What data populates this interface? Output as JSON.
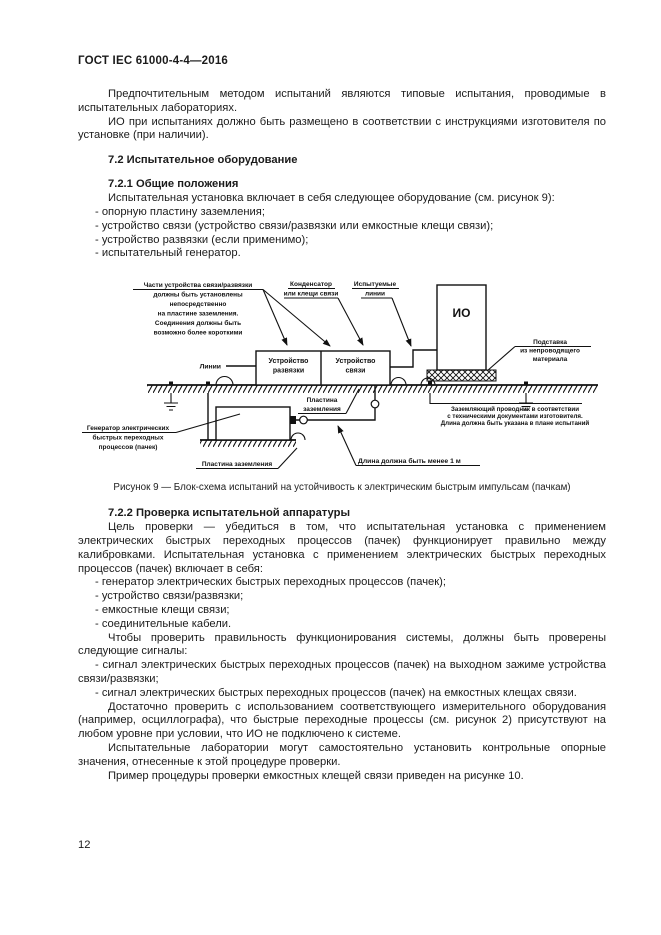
{
  "header": {
    "doc_number": "ГОСТ IEC 61000-4-4—2016"
  },
  "footer": {
    "page_number": "12"
  },
  "intro": {
    "p1": "Предпочтительным методом испытаний являются типовые испытания, проводимые в испытательных лабораториях.",
    "p2": "ИО при испытаниях должно быть размещено в соответствии с инструкциями изготовителя по установке (при наличии)."
  },
  "s72": {
    "title": "7.2 Испытательное оборудование"
  },
  "s721": {
    "title": "7.2.1 Общие положения",
    "lead": "Испытательная установка включает в себя следующее оборудование (см. рисунок 9):",
    "items": [
      "- опорную пластину заземления;",
      "- устройство связи (устройство связи/развязки или емкостные клещи связи);",
      "- устройство развязки (если применимо);",
      "- испытательный генератор."
    ]
  },
  "figure9": {
    "caption": "Рисунок 9 — Блок-схема испытаний на устойчивость к электрическим быстрым импульсам (пачкам)",
    "labels": {
      "note_parts": [
        "Части устройства связи/развязки",
        "должны быть установлены",
        "непосредственно",
        "на пластине заземления.",
        "Соединения должны быть",
        "возможно более короткими"
      ],
      "capacitor": [
        "Конденсатор",
        "или клещи связи"
      ],
      "tested_lines": [
        "Испытуемые",
        "линии"
      ],
      "eut": "ИО",
      "support": [
        "Подставка",
        "из непроводящего",
        "материала"
      ],
      "lines_in": "Линии",
      "decoupling": [
        "Устройство",
        "развязки"
      ],
      "coupling": [
        "Устройство",
        "связи"
      ],
      "plate_top": [
        "Пластина",
        "заземления"
      ],
      "generator": [
        "Генератор электрических",
        "быстрых переходных",
        "процессов (пачек)"
      ],
      "plate_bottom": "Пластина заземления",
      "ground_conductor": [
        "Заземляющий проводник в соответствии",
        "с техническими документами изготовителя.",
        "Длина должна быть указана в плане испытаний"
      ],
      "length_note": "Длина должна быть менее 1 м"
    }
  },
  "s722": {
    "title": "7.2.2 Проверка испытательной аппаратуры",
    "p1": "Цель проверки — убедиться в том, что испытательная установка с применением электрических быстрых переходных процессов (пачек) функционирует правильно между калибровками. Испытательная установка с применением электрических быстрых переходных процессов (пачек) включает в себя:",
    "items": [
      "- генератор электрических быстрых переходных процессов (пачек);",
      "- устройство связи/развязки;",
      "- емкостные клещи связи;",
      "- соединительные кабели."
    ],
    "p2": "Чтобы проверить правильность функционирования системы, должны быть проверены следующие сигналы:",
    "items2": [
      "- сигнал электрических быстрых переходных процессов (пачек) на выходном зажиме устройства связи/развязки;",
      "- сигнал электрических быстрых переходных процессов (пачек) на емкостных клещах связи."
    ],
    "p3": "Достаточно проверить с использованием соответствующего измерительного оборудования (например, осциллографа), что быстрые переходные процессы (см. рисунок 2) присутствуют на любом уровне при условии, что ИО не подключено к системе.",
    "p4": "Испытательные лаборатории могут самостоятельно установить контрольные опорные значения, отнесенные к этой процедуре проверки.",
    "p5": "Пример процедуры проверки емкостных клещей связи приведен на рисунке 10."
  }
}
